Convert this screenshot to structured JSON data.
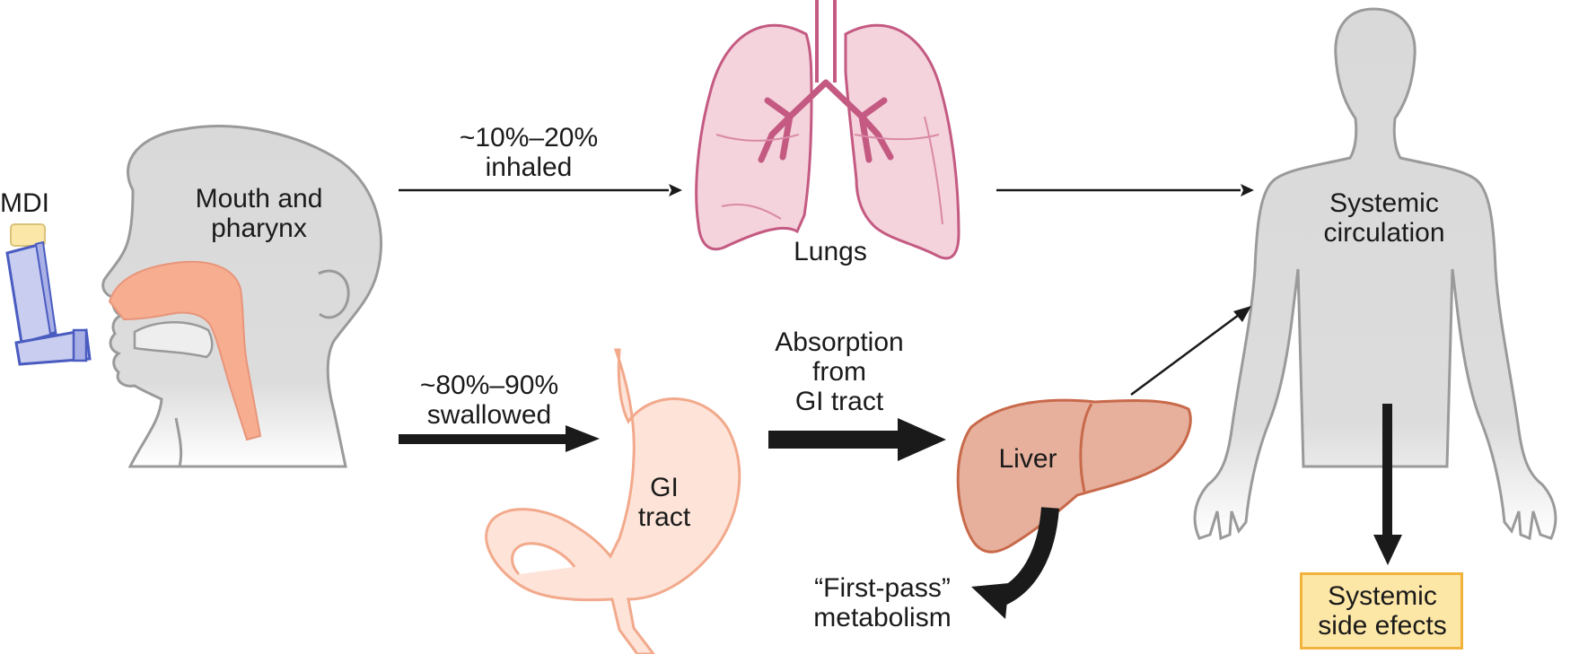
{
  "labels": {
    "mdi": "MDI",
    "mouth_line1": "Mouth and",
    "mouth_line2": "pharynx",
    "inhaled_line1": "~10%–20%",
    "inhaled_line2": "inhaled",
    "lungs": "Lungs",
    "systemic_line1": "Systemic",
    "systemic_line2": "circulation",
    "swallowed_line1": "~80%–90%",
    "swallowed_line2": "swallowed",
    "gi_line1": "GI",
    "gi_line2": "tract",
    "absorption_line1": "Absorption",
    "absorption_line2": "from",
    "absorption_line3": "GI tract",
    "liver": "Liver",
    "firstpass_line1": "“First-pass”",
    "firstpass_line2": "metabolism",
    "side_effects_line1": "Systemic",
    "side_effects_line2": "side efects"
  },
  "colors": {
    "outline_gray": "#9a9a9a",
    "body_fill": "#d9d9d9",
    "airway_salmon": "#f7ad90",
    "lung_fill": "#f4d3dc",
    "lung_stroke": "#c45a82",
    "stomach_fill": "#fde3d8",
    "stomach_stroke": "#f2a98c",
    "liver_fill": "#e6b09c",
    "liver_stroke": "#c8694a",
    "inhaler_fill": "#c9cdf0",
    "inhaler_stroke": "#4a5cc0",
    "box_fill": "#fde7a6",
    "box_stroke": "#f2b33d",
    "arrow": "#1a1a1a"
  }
}
